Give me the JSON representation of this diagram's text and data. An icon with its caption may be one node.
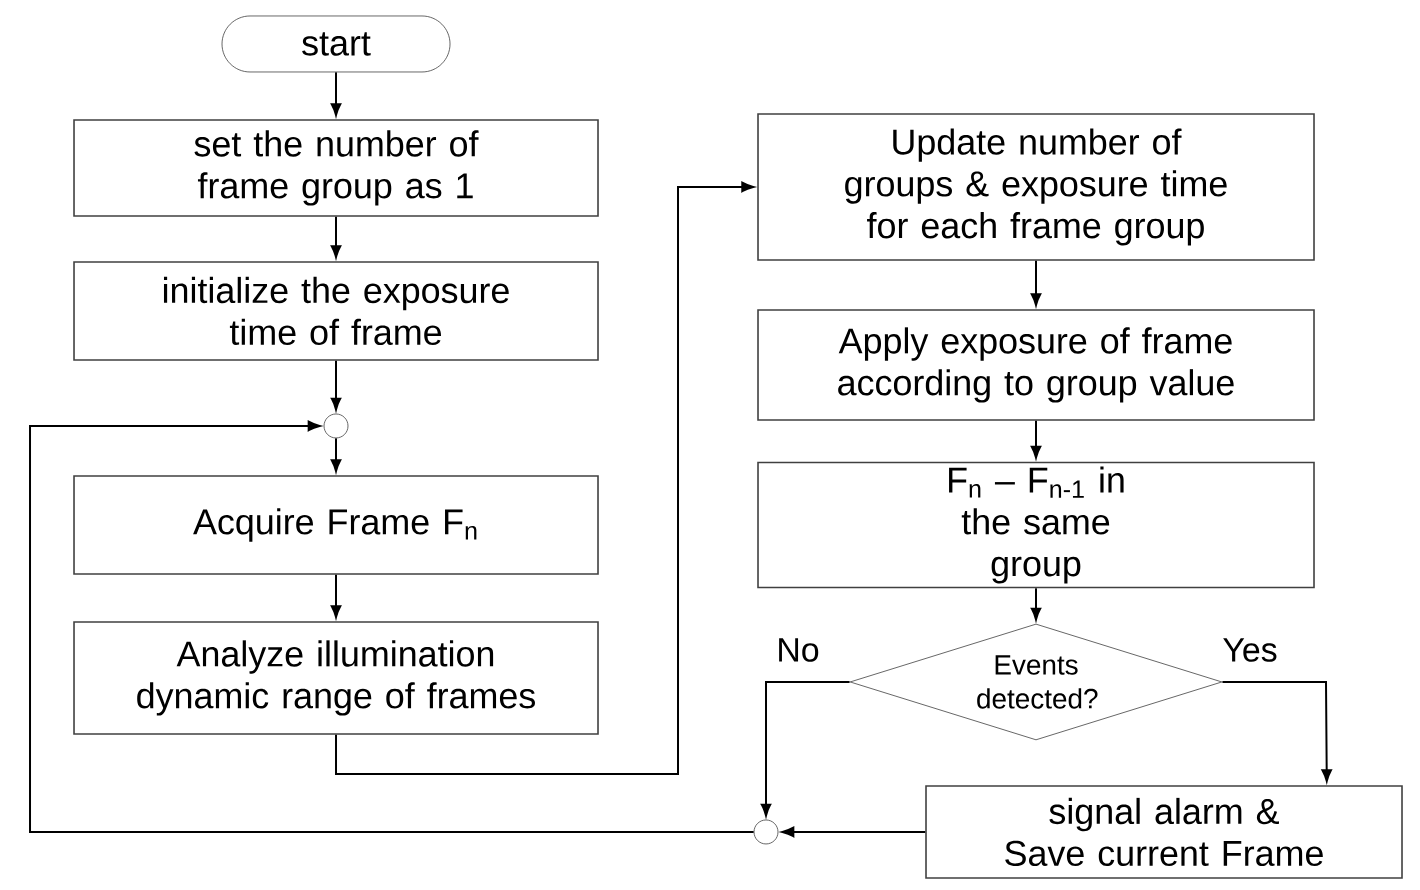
{
  "diagram": {
    "nodes": [
      {
        "text": [
          "start"
        ]
      },
      {
        "text": [
          "set the number of frame group as 1"
        ]
      },
      {
        "text": [
          "initialize the exposure time of frame"
        ]
      },
      {
        "text": [],
        "shape": "circle"
      },
      {
        "text": [
          "Acquire Frame F$_{n}$"
        ]
      },
      {
        "text": [
          "Analyze illumination dynamic range of frames"
        ]
      },
      {
        "text": [
          "Update number of groups & exposure time for each frame group"
        ]
      },
      {
        "text": [
          "Apply exposure of frame according to group value"
        ]
      },
      {
        "text": [
          "F$_{n}$ – F$_{n-1}$ in the same group"
        ]
      },
      {
        "text": [
          "Events detected?"
        ]
      },
      {
        "text": [
          "signal alarm & Save current Frame"
        ]
      },
      {
        "text": [],
        "shape": "circle"
      }
    ],
    "edges": [
      {
        "from": 0,
        "to": 1,
        "arrow": "to"
      },
      {
        "from": 1,
        "to": 2,
        "arrow": "to"
      },
      {
        "from": 2,
        "to": 3,
        "arrow": "to"
      },
      {
        "from": 3,
        "to": 4,
        "arrow": "to"
      },
      {
        "from": 4,
        "to": 5,
        "arrow": "to"
      },
      {
        "from": 5,
        "to": 6,
        "arrow": "to"
      },
      {
        "from": 6,
        "to": 7,
        "arrow": "to"
      },
      {
        "from": 7,
        "to": 8,
        "arrow": "to"
      },
      {
        "from": 8,
        "to": 9,
        "arrow": "to"
      },
      {
        "from": 9,
        "to": 11,
        "arrow": "to",
        "label": "No"
      },
      {
        "from": 9,
        "to": 10,
        "arrow": "to",
        "label": "Yes"
      },
      {
        "from": 10,
        "to": 11,
        "arrow": "to"
      },
      {
        "from": 11,
        "to": 3,
        "arrow": "to"
      }
    ]
  }
}
